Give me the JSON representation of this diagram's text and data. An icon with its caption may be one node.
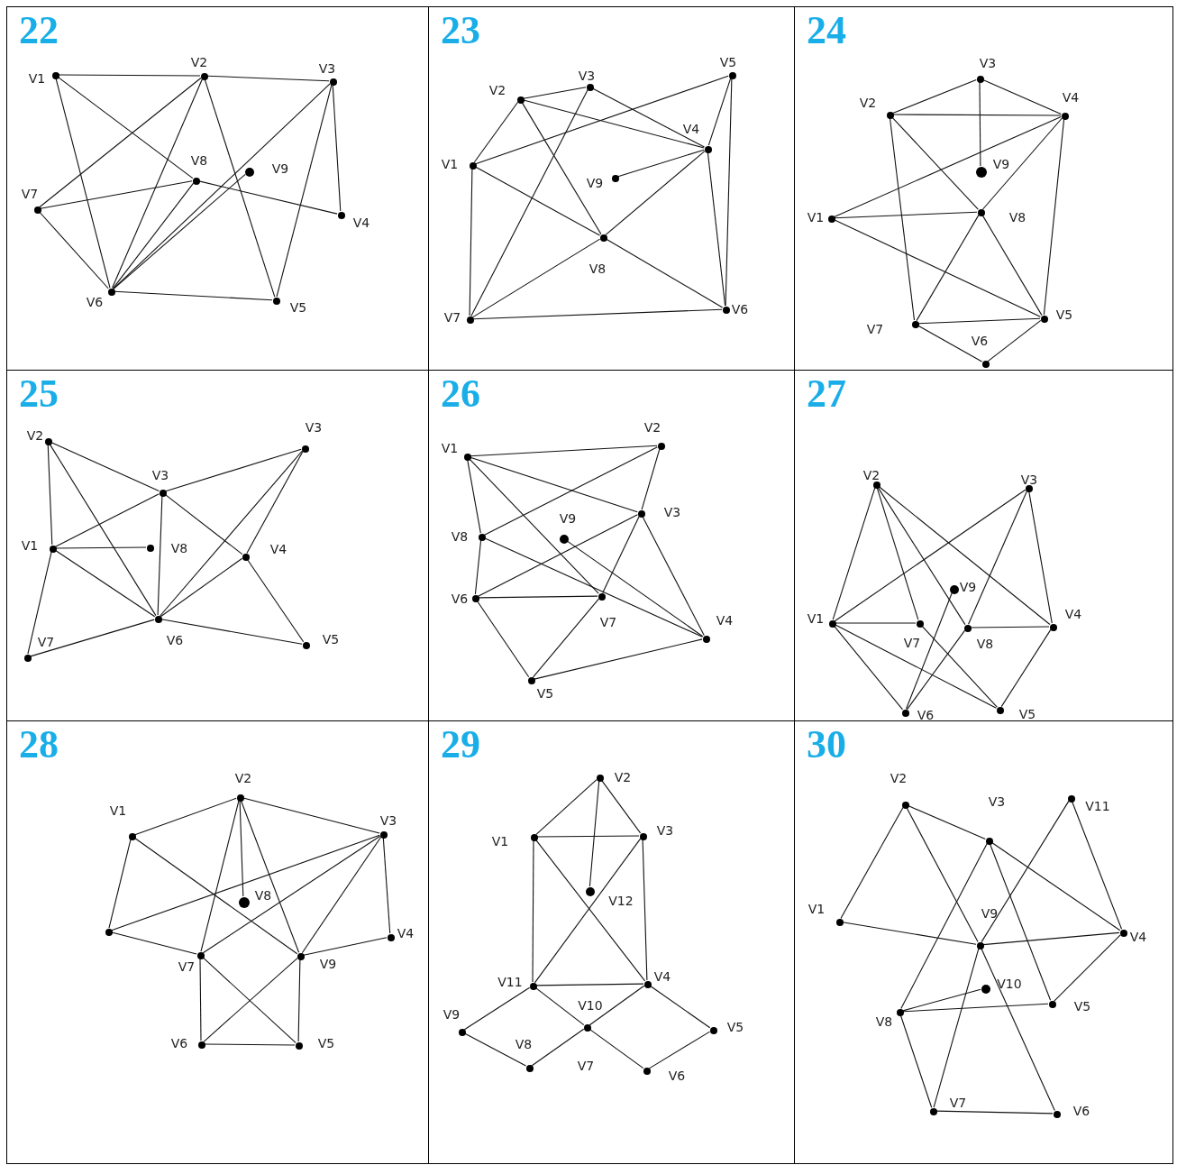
{
  "diagram": {
    "nodes": [
      {
        "text": [
          "22"
        ]
      },
      {
        "text": [],
        "shape": "circle",
        "in": 0,
        "beside": [
          "V1"
        ]
      },
      {
        "text": [],
        "shape": "circle",
        "in": 0,
        "beside": [
          "V2"
        ]
      },
      {
        "text": [],
        "shape": "circle",
        "in": 0,
        "beside": [
          "V3"
        ]
      },
      {
        "text": [],
        "shape": "circle",
        "in": 0,
        "beside": [
          "V4"
        ]
      },
      {
        "text": [],
        "shape": "circle",
        "in": 0,
        "beside": [
          "V5"
        ]
      },
      {
        "text": [],
        "shape": "circle",
        "in": 0,
        "beside": [
          "V6"
        ]
      },
      {
        "text": [],
        "shape": "circle",
        "in": 0,
        "beside": [
          "V7"
        ]
      },
      {
        "text": [],
        "shape": "circle",
        "in": 0,
        "beside": [
          "V8"
        ]
      },
      {
        "text": [],
        "shape": "circle",
        "in": 0,
        "beside": [
          "V9"
        ]
      },
      {
        "text": [
          "23"
        ]
      },
      {
        "text": [],
        "shape": "circle",
        "in": 10,
        "beside": [
          "V1"
        ]
      },
      {
        "text": [],
        "shape": "circle",
        "in": 10,
        "beside": [
          "V2"
        ]
      },
      {
        "text": [],
        "shape": "circle",
        "in": 10,
        "beside": [
          "V3"
        ]
      },
      {
        "text": [],
        "shape": "circle",
        "in": 10,
        "beside": [
          "V4"
        ]
      },
      {
        "text": [],
        "shape": "circle",
        "in": 10,
        "beside": [
          "V5"
        ]
      },
      {
        "text": [],
        "shape": "circle",
        "in": 10,
        "beside": [
          "V6"
        ]
      },
      {
        "text": [],
        "shape": "circle",
        "in": 10,
        "beside": [
          "V7"
        ]
      },
      {
        "text": [],
        "shape": "circle",
        "in": 10,
        "beside": [
          "V8"
        ]
      },
      {
        "text": [],
        "shape": "circle",
        "in": 10,
        "beside": [
          "V9"
        ]
      },
      {
        "text": [
          "24"
        ]
      },
      {
        "text": [],
        "shape": "circle",
        "in": 20,
        "beside": [
          "V1"
        ]
      },
      {
        "text": [],
        "shape": "circle",
        "in": 20,
        "beside": [
          "V2"
        ]
      },
      {
        "text": [],
        "shape": "circle",
        "in": 20,
        "beside": [
          "V3"
        ]
      },
      {
        "text": [],
        "shape": "circle",
        "in": 20,
        "beside": [
          "V4"
        ]
      },
      {
        "text": [],
        "shape": "circle",
        "in": 20,
        "beside": [
          "V5"
        ]
      },
      {
        "text": [],
        "shape": "circle",
        "in": 20,
        "beside": [
          "V6"
        ]
      },
      {
        "text": [],
        "shape": "circle",
        "in": 20,
        "beside": [
          "V7"
        ]
      },
      {
        "text": [],
        "shape": "circle",
        "in": 20,
        "beside": [
          "V8"
        ]
      },
      {
        "text": [],
        "shape": "circle",
        "in": 20,
        "beside": [
          "V9"
        ]
      },
      {
        "text": [
          "25"
        ]
      },
      {
        "text": [],
        "shape": "circle",
        "in": 30,
        "beside": [
          "V1"
        ]
      },
      {
        "text": [],
        "shape": "circle",
        "in": 30,
        "beside": [
          "V2"
        ]
      },
      {
        "text": [],
        "shape": "circle",
        "in": 30,
        "beside": [
          "V3"
        ]
      },
      {
        "text": [],
        "shape": "circle",
        "in": 30,
        "beside": [
          "V3"
        ]
      },
      {
        "text": [],
        "shape": "circle",
        "in": 30,
        "beside": [
          "V4"
        ]
      },
      {
        "text": [],
        "shape": "circle",
        "in": 30,
        "beside": [
          "V5"
        ]
      },
      {
        "text": [],
        "shape": "circle",
        "in": 30,
        "beside": [
          "V6"
        ]
      },
      {
        "text": [],
        "shape": "circle",
        "in": 30,
        "beside": [
          "V7"
        ]
      },
      {
        "text": [],
        "shape": "circle",
        "in": 30,
        "beside": [
          "V8"
        ]
      },
      {
        "text": [
          "26"
        ]
      },
      {
        "text": [],
        "shape": "circle",
        "in": 40,
        "beside": [
          "V1"
        ]
      },
      {
        "text": [],
        "shape": "circle",
        "in": 40,
        "beside": [
          "V2"
        ]
      },
      {
        "text": [],
        "shape": "circle",
        "in": 40,
        "beside": [
          "V3"
        ]
      },
      {
        "text": [],
        "shape": "circle",
        "in": 40,
        "beside": [
          "V4"
        ]
      },
      {
        "text": [],
        "shape": "circle",
        "in": 40,
        "beside": [
          "V5"
        ]
      },
      {
        "text": [],
        "shape": "circle",
        "in": 40,
        "beside": [
          "V6"
        ]
      },
      {
        "text": [],
        "shape": "circle",
        "in": 40,
        "beside": [
          "V7"
        ]
      },
      {
        "text": [],
        "shape": "circle",
        "in": 40,
        "beside": [
          "V8"
        ]
      },
      {
        "text": [],
        "shape": "circle",
        "in": 40,
        "beside": [
          "V9"
        ]
      },
      {
        "text": [
          "27"
        ]
      },
      {
        "text": [],
        "shape": "circle",
        "in": 50,
        "beside": [
          "V1"
        ]
      },
      {
        "text": [],
        "shape": "circle",
        "in": 50,
        "beside": [
          "V2"
        ]
      },
      {
        "text": [],
        "shape": "circle",
        "in": 50,
        "beside": [
          "V3"
        ]
      },
      {
        "text": [],
        "shape": "circle",
        "in": 50,
        "beside": [
          "V4"
        ]
      },
      {
        "text": [],
        "shape": "circle",
        "in": 50,
        "beside": [
          "V5"
        ]
      },
      {
        "text": [],
        "shape": "circle",
        "in": 50,
        "beside": [
          "V6"
        ]
      },
      {
        "text": [],
        "shape": "circle",
        "in": 50,
        "beside": [
          "V7"
        ]
      },
      {
        "text": [],
        "shape": "circle",
        "in": 50,
        "beside": [
          "V8"
        ]
      },
      {
        "text": [],
        "shape": "circle",
        "in": 50,
        "beside": [
          "V9"
        ]
      },
      {
        "text": [
          "28"
        ]
      },
      {
        "text": [],
        "shape": "circle",
        "in": 60,
        "beside": [
          "V1"
        ]
      },
      {
        "text": [],
        "shape": "circle",
        "in": 60,
        "beside": [
          "V2"
        ]
      },
      {
        "text": [],
        "shape": "circle",
        "in": 60,
        "beside": [
          "V3"
        ]
      },
      {
        "text": [],
        "shape": "circle",
        "in": 60,
        "beside": [
          "V4"
        ]
      },
      {
        "text": [],
        "shape": "circle",
        "in": 60,
        "beside": [
          "V5"
        ]
      },
      {
        "text": [],
        "shape": "circle",
        "in": 60,
        "beside": [
          "V6"
        ]
      },
      {
        "text": [],
        "shape": "circle",
        "in": 60,
        "beside": [
          "V7"
        ]
      },
      {
        "text": [],
        "shape": "circle",
        "in": 60,
        "beside": [
          "V8"
        ]
      },
      {
        "text": [],
        "shape": "circle",
        "in": 60,
        "beside": [
          "V9"
        ]
      },
      {
        "text": [],
        "shape": "circle",
        "in": 60
      },
      {
        "text": [
          "29"
        ]
      },
      {
        "text": [],
        "shape": "circle",
        "in": 71,
        "beside": [
          "V1"
        ]
      },
      {
        "text": [],
        "shape": "circle",
        "in": 71,
        "beside": [
          "V2"
        ]
      },
      {
        "text": [],
        "shape": "circle",
        "in": 71,
        "beside": [
          "V3"
        ]
      },
      {
        "text": [],
        "shape": "circle",
        "in": 71,
        "beside": [
          "V4"
        ]
      },
      {
        "text": [],
        "shape": "circle",
        "in": 71,
        "beside": [
          "V5"
        ]
      },
      {
        "text": [],
        "shape": "circle",
        "in": 71,
        "beside": [
          "V6"
        ]
      },
      {
        "text": [],
        "shape": "circle",
        "in": 71,
        "beside": [
          "V8"
        ]
      },
      {
        "text": [],
        "shape": "circle",
        "in": 71,
        "beside": [
          "V9"
        ]
      },
      {
        "text": [],
        "shape": "circle",
        "in": 71,
        "beside": [
          "V10"
        ]
      },
      {
        "text": [],
        "shape": "circle",
        "in": 71,
        "beside": [
          "V11"
        ]
      },
      {
        "text": [],
        "shape": "circle",
        "in": 71,
        "beside": [
          "V12"
        ]
      },
      {
        "text": [
          "30"
        ]
      },
      {
        "text": [],
        "shape": "circle",
        "in": 83,
        "beside": [
          "V1"
        ]
      },
      {
        "text": [],
        "shape": "circle",
        "in": 83,
        "beside": [
          "V2"
        ]
      },
      {
        "text": [],
        "shape": "circle",
        "in": 83,
        "beside": [
          "V3"
        ]
      },
      {
        "text": [],
        "shape": "circle",
        "in": 83,
        "beside": [
          "V4"
        ]
      },
      {
        "text": [],
        "shape": "circle",
        "in": 83,
        "beside": [
          "V5"
        ]
      },
      {
        "text": [],
        "shape": "circle",
        "in": 83,
        "beside": [
          "V6"
        ]
      },
      {
        "text": [],
        "shape": "circle",
        "in": 83,
        "beside": [
          "V7"
        ]
      },
      {
        "text": [],
        "shape": "circle",
        "in": 83,
        "beside": [
          "V8"
        ]
      },
      {
        "text": [],
        "shape": "circle",
        "in": 83,
        "beside": [
          "V9"
        ]
      },
      {
        "text": [],
        "shape": "circle",
        "in": 83,
        "beside": [
          "V10"
        ]
      },
      {
        "text": [],
        "shape": "circle",
        "in": 83,
        "beside": [
          "V11"
        ]
      }
    ],
    "edges": [
      {
        "from": 1,
        "to": 2,
        "arrow": "none"
      },
      {
        "from": 2,
        "to": 3,
        "arrow": "none"
      },
      {
        "from": 1,
        "to": 8,
        "arrow": "none"
      },
      {
        "from": 8,
        "to": 4,
        "arrow": "none"
      },
      {
        "from": 1,
        "to": 6,
        "arrow": "none"
      },
      {
        "from": 2,
        "to": 7,
        "arrow": "none"
      },
      {
        "from": 2,
        "to": 6,
        "arrow": "none"
      },
      {
        "from": 2,
        "to": 5,
        "arrow": "none"
      },
      {
        "from": 3,
        "to": 4,
        "arrow": "none"
      },
      {
        "from": 3,
        "to": 6,
        "arrow": "none"
      },
      {
        "from": 3,
        "to": 5,
        "arrow": "none"
      },
      {
        "from": 7,
        "to": 8,
        "arrow": "none"
      },
      {
        "from": 7,
        "to": 6,
        "arrow": "none"
      },
      {
        "from": 6,
        "to": 5,
        "arrow": "none"
      },
      {
        "from": 6,
        "to": 8,
        "arrow": "none"
      },
      {
        "from": 6,
        "to": 9,
        "arrow": "none"
      },
      {
        "from": 12,
        "to": 13,
        "arrow": "none"
      },
      {
        "from": 12,
        "to": 11,
        "arrow": "none"
      },
      {
        "from": 12,
        "to": 14,
        "arrow": "none"
      },
      {
        "from": 12,
        "to": 18,
        "arrow": "none"
      },
      {
        "from": 13,
        "to": 14,
        "arrow": "none"
      },
      {
        "from": 13,
        "to": 17,
        "arrow": "none"
      },
      {
        "from": 11,
        "to": 15,
        "arrow": "none"
      },
      {
        "from": 11,
        "to": 17,
        "arrow": "none"
      },
      {
        "from": 11,
        "to": 18,
        "arrow": "none"
      },
      {
        "from": 18,
        "to": 16,
        "arrow": "none"
      },
      {
        "from": 15,
        "to": 14,
        "arrow": "none"
      },
      {
        "from": 15,
        "to": 16,
        "arrow": "none"
      },
      {
        "from": 14,
        "to": 19,
        "arrow": "none"
      },
      {
        "from": 14,
        "to": 16,
        "arrow": "none"
      },
      {
        "from": 14,
        "to": 18,
        "arrow": "none"
      },
      {
        "from": 18,
        "to": 17,
        "arrow": "none"
      },
      {
        "from": 17,
        "to": 16,
        "arrow": "none"
      },
      {
        "from": 22,
        "to": 23,
        "arrow": "none"
      },
      {
        "from": 23,
        "to": 24,
        "arrow": "none"
      },
      {
        "from": 23,
        "to": 29,
        "arrow": "none"
      },
      {
        "from": 22,
        "to": 24,
        "arrow": "none"
      },
      {
        "from": 22,
        "to": 27,
        "arrow": "none"
      },
      {
        "from": 22,
        "to": 28,
        "arrow": "none"
      },
      {
        "from": 28,
        "to": 25,
        "arrow": "none"
      },
      {
        "from": 24,
        "to": 21,
        "arrow": "none"
      },
      {
        "from": 24,
        "to": 28,
        "arrow": "none"
      },
      {
        "from": 24,
        "to": 25,
        "arrow": "none"
      },
      {
        "from": 21,
        "to": 28,
        "arrow": "none"
      },
      {
        "from": 21,
        "to": 25,
        "arrow": "none"
      },
      {
        "from": 28,
        "to": 27,
        "arrow": "none"
      },
      {
        "from": 27,
        "to": 25,
        "arrow": "none"
      },
      {
        "from": 27,
        "to": 26,
        "arrow": "none"
      },
      {
        "from": 26,
        "to": 25,
        "arrow": "none"
      },
      {
        "from": 32,
        "to": 31,
        "arrow": "none"
      },
      {
        "from": 32,
        "to": 33,
        "arrow": "none"
      },
      {
        "from": 32,
        "to": 37,
        "arrow": "none"
      },
      {
        "from": 33,
        "to": 35,
        "arrow": "none"
      },
      {
        "from": 35,
        "to": 36,
        "arrow": "none"
      },
      {
        "from": 31,
        "to": 33,
        "arrow": "none"
      },
      {
        "from": 33,
        "to": 34,
        "arrow": "none"
      },
      {
        "from": 33,
        "to": 37,
        "arrow": "none"
      },
      {
        "from": 31,
        "to": 39,
        "arrow": "none"
      },
      {
        "from": 31,
        "to": 37,
        "arrow": "none"
      },
      {
        "from": 31,
        "to": 38,
        "arrow": "none"
      },
      {
        "from": 38,
        "to": 37,
        "arrow": "none"
      },
      {
        "from": 37,
        "to": 34,
        "arrow": "none"
      },
      {
        "from": 37,
        "to": 35,
        "arrow": "none"
      },
      {
        "from": 37,
        "to": 36,
        "arrow": "none"
      },
      {
        "from": 35,
        "to": 34,
        "arrow": "none"
      },
      {
        "from": 41,
        "to": 42,
        "arrow": "none"
      },
      {
        "from": 41,
        "to": 43,
        "arrow": "none"
      },
      {
        "from": 41,
        "to": 48,
        "arrow": "none"
      },
      {
        "from": 41,
        "to": 47,
        "arrow": "none"
      },
      {
        "from": 42,
        "to": 48,
        "arrow": "none"
      },
      {
        "from": 42,
        "to": 43,
        "arrow": "none"
      },
      {
        "from": 43,
        "to": 46,
        "arrow": "none"
      },
      {
        "from": 43,
        "to": 47,
        "arrow": "none"
      },
      {
        "from": 43,
        "to": 44,
        "arrow": "none"
      },
      {
        "from": 48,
        "to": 44,
        "arrow": "none"
      },
      {
        "from": 48,
        "to": 46,
        "arrow": "none"
      },
      {
        "from": 46,
        "to": 47,
        "arrow": "none"
      },
      {
        "from": 46,
        "to": 45,
        "arrow": "none"
      },
      {
        "from": 47,
        "to": 45,
        "arrow": "none"
      },
      {
        "from": 45,
        "to": 44,
        "arrow": "none"
      },
      {
        "from": 49,
        "to": 44,
        "arrow": "none"
      },
      {
        "from": 52,
        "to": 51,
        "arrow": "none"
      },
      {
        "from": 52,
        "to": 57,
        "arrow": "none"
      },
      {
        "from": 52,
        "to": 58,
        "arrow": "none"
      },
      {
        "from": 52,
        "to": 54,
        "arrow": "none"
      },
      {
        "from": 53,
        "to": 51,
        "arrow": "none"
      },
      {
        "from": 53,
        "to": 58,
        "arrow": "none"
      },
      {
        "from": 53,
        "to": 54,
        "arrow": "none"
      },
      {
        "from": 51,
        "to": 57,
        "arrow": "none"
      },
      {
        "from": 51,
        "to": 56,
        "arrow": "none"
      },
      {
        "from": 51,
        "to": 55,
        "arrow": "none"
      },
      {
        "from": 57,
        "to": 55,
        "arrow": "none"
      },
      {
        "from": 59,
        "to": 56,
        "arrow": "none"
      },
      {
        "from": 58,
        "to": 56,
        "arrow": "none"
      },
      {
        "from": 58,
        "to": 54,
        "arrow": "none"
      },
      {
        "from": 54,
        "to": 55,
        "arrow": "none"
      },
      {
        "from": 61,
        "to": 62,
        "arrow": "none"
      },
      {
        "from": 62,
        "to": 63,
        "arrow": "none"
      },
      {
        "from": 62,
        "to": 68,
        "arrow": "none"
      },
      {
        "from": 62,
        "to": 67,
        "arrow": "none"
      },
      {
        "from": 62,
        "to": 69,
        "arrow": "none"
      },
      {
        "from": 61,
        "to": 70,
        "arrow": "none"
      },
      {
        "from": 61,
        "to": 69,
        "arrow": "none"
      },
      {
        "from": 63,
        "to": 70,
        "arrow": "none"
      },
      {
        "from": 63,
        "to": 67,
        "arrow": "none"
      },
      {
        "from": 63,
        "to": 69,
        "arrow": "none"
      },
      {
        "from": 63,
        "to": 64,
        "arrow": "none"
      },
      {
        "from": 70,
        "to": 67,
        "arrow": "none"
      },
      {
        "from": 69,
        "to": 64,
        "arrow": "none"
      },
      {
        "from": 67,
        "to": 66,
        "arrow": "none"
      },
      {
        "from": 67,
        "to": 65,
        "arrow": "none"
      },
      {
        "from": 69,
        "to": 66,
        "arrow": "none"
      },
      {
        "from": 69,
        "to": 65,
        "arrow": "none"
      },
      {
        "from": 66,
        "to": 65,
        "arrow": "none"
      },
      {
        "from": 73,
        "to": 72,
        "arrow": "none"
      },
      {
        "from": 73,
        "to": 74,
        "arrow": "none"
      },
      {
        "from": 73,
        "to": 82,
        "arrow": "none"
      },
      {
        "from": 72,
        "to": 74,
        "arrow": "none"
      },
      {
        "from": 72,
        "to": 81,
        "arrow": "none"
      },
      {
        "from": 72,
        "to": 75,
        "arrow": "none"
      },
      {
        "from": 74,
        "to": 75,
        "arrow": "none"
      },
      {
        "from": 74,
        "to": 81,
        "arrow": "none"
      },
      {
        "from": 81,
        "to": 75,
        "arrow": "none"
      },
      {
        "from": 81,
        "to": 79,
        "arrow": "none"
      },
      {
        "from": 81,
        "to": 80,
        "arrow": "none"
      },
      {
        "from": 80,
        "to": 77,
        "arrow": "none"
      },
      {
        "from": 75,
        "to": 80,
        "arrow": "none"
      },
      {
        "from": 75,
        "to": 76,
        "arrow": "none"
      },
      {
        "from": 79,
        "to": 78,
        "arrow": "none"
      },
      {
        "from": 78,
        "to": 80,
        "arrow": "none"
      },
      {
        "from": 76,
        "to": 77,
        "arrow": "none"
      },
      {
        "from": 85,
        "to": 84,
        "arrow": "none"
      },
      {
        "from": 85,
        "to": 86,
        "arrow": "none"
      },
      {
        "from": 85,
        "to": 92,
        "arrow": "none"
      },
      {
        "from": 92,
        "to": 89,
        "arrow": "none"
      },
      {
        "from": 86,
        "to": 87,
        "arrow": "none"
      },
      {
        "from": 86,
        "to": 91,
        "arrow": "none"
      },
      {
        "from": 86,
        "to": 88,
        "arrow": "none"
      },
      {
        "from": 94,
        "to": 92,
        "arrow": "none"
      },
      {
        "from": 92,
        "to": 90,
        "arrow": "none"
      },
      {
        "from": 94,
        "to": 87,
        "arrow": "none"
      },
      {
        "from": 84,
        "to": 92,
        "arrow": "none"
      },
      {
        "from": 92,
        "to": 87,
        "arrow": "none"
      },
      {
        "from": 87,
        "to": 88,
        "arrow": "none"
      },
      {
        "from": 91,
        "to": 93,
        "arrow": "none"
      },
      {
        "from": 91,
        "to": 88,
        "arrow": "none"
      },
      {
        "from": 91,
        "to": 90,
        "arrow": "none"
      },
      {
        "from": 90,
        "to": 89,
        "arrow": "none"
      }
    ],
    "labels": [
      "V7"
    ]
  }
}
